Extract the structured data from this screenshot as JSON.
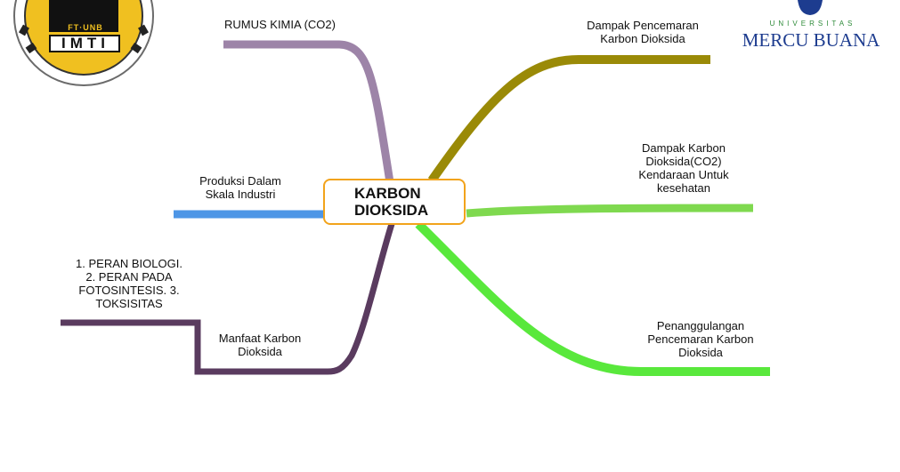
{
  "center": {
    "title": "KARBON\nDIOKSIDA"
  },
  "branches": {
    "rumus": {
      "label": "RUMUS KIMIA (CO2)",
      "color": "#9d84a8"
    },
    "produksi": {
      "label": "Produksi  Dalam\nSkala  Industri",
      "color": "#4e96e6"
    },
    "manfaat": {
      "label": "Manfaat  Karbon\nDioksida",
      "color": "#5a3b5f"
    },
    "manfaat_detail": {
      "label": "1.  PERAN  BIOLOGI.\n2.  PERAN  PADA\nFOTOSINTESIS.  3.\nTOKSISITAS"
    },
    "dampak_pencemaran": {
      "label": "Dampak  Pencemaran\nKarbon  Dioksida",
      "color": "#9a8a07"
    },
    "dampak_kesehatan": {
      "label": "Dampak  Karbon\nDioksida(CO2)\nKendaraan  Untuk\nkesehatan",
      "color": "#7fd94f"
    },
    "penanggulangan": {
      "label": "Penanggulangan\nPencemaran  Karbon\nDioksida",
      "color": "#59e83c"
    }
  },
  "logos": {
    "left": {
      "text": "IMTI",
      "subtext": "FT·UNB",
      "icon": "imti-emblem-icon"
    },
    "right": {
      "small_text": "UNIVERSITAS",
      "name": "MERCU BUANA",
      "icon": "mercu-buana-logo-icon"
    }
  }
}
